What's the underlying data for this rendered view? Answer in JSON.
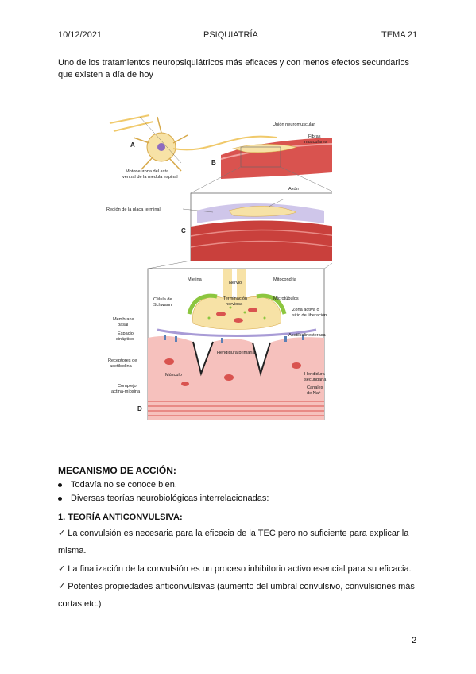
{
  "header": {
    "date": "10/12/2021",
    "subject": "PSIQUIATRÍA",
    "topic": "TEMA 21"
  },
  "intro": "Uno de los tratamientos neuropsiquiátricos más eficaces y con menos efectos secundarios que existen a día de hoy",
  "figure": {
    "letters": {
      "a": "A",
      "b": "B",
      "c": "C",
      "d": "D"
    },
    "labels": {
      "motoneuron": "Motoneurona del asta ventral de la médula espinal",
      "motoneuron_l1": "Motoneurona del asta",
      "motoneuron_l2": "ventral de la médula espinal",
      "nmj": "Unión neuromuscular",
      "fibers_l1": "Fibras",
      "fibers_l2": "musculares",
      "axon": "Axón",
      "endplate": "Región de la placa terminal",
      "myelin": "Mielina",
      "nerve": "Nervio",
      "mitochondria": "Mitocondria",
      "schwann_l1": "Célula de",
      "schwann_l2": "Schwann",
      "terminal_l1": "Terminación",
      "terminal_l2": "nerviosa",
      "microtubules": "Microtúbulos",
      "membrane_l1": "Membrana",
      "membrane_l2": "basal",
      "active_l1": "Zona activa o",
      "active_l2": "sitio de liberación",
      "space_l1": "Espacio",
      "space_l2": "sináptico",
      "ache": "Acetilcolinesterasa",
      "primary_cleft": "Hendidura primaria",
      "receptors_l1": "Receptores de",
      "receptors_l2": "acetilcolina",
      "muscle": "Músculo",
      "secondary_l1": "Hendidura",
      "secondary_l2": "secundaria",
      "actin_l1": "Complejo",
      "actin_l2": "actina-miosina",
      "na_l1": "Canales",
      "na_l2": "de Na⁺"
    },
    "colors": {
      "muscle": "#d9534f",
      "nerve": "#f3d98a",
      "membrane": "#a89bd6",
      "schwann": "#8cc63f",
      "receptor": "#5b7fb5"
    }
  },
  "section": {
    "title": "MECANISMO DE ACCIÓN:",
    "bullets": [
      "Todavía no se conoce bien.",
      "Diversas teorías neurobiológicas interrelacionadas:"
    ]
  },
  "theory": {
    "title": "1. TEORÍA ANTICONVULSIVA:",
    "items": [
      "✓ La convulsión es necesaria para la eficacia de la TEC pero no suficiente para explicar la misma.",
      "✓ La finalización de la convulsión es un proceso inhibitorio activo esencial para su eficacia.",
      "✓ Potentes propiedades anticonvulsivas (aumento del umbral convulsivo, convulsiones más cortas etc.)"
    ]
  },
  "page_number": "2"
}
